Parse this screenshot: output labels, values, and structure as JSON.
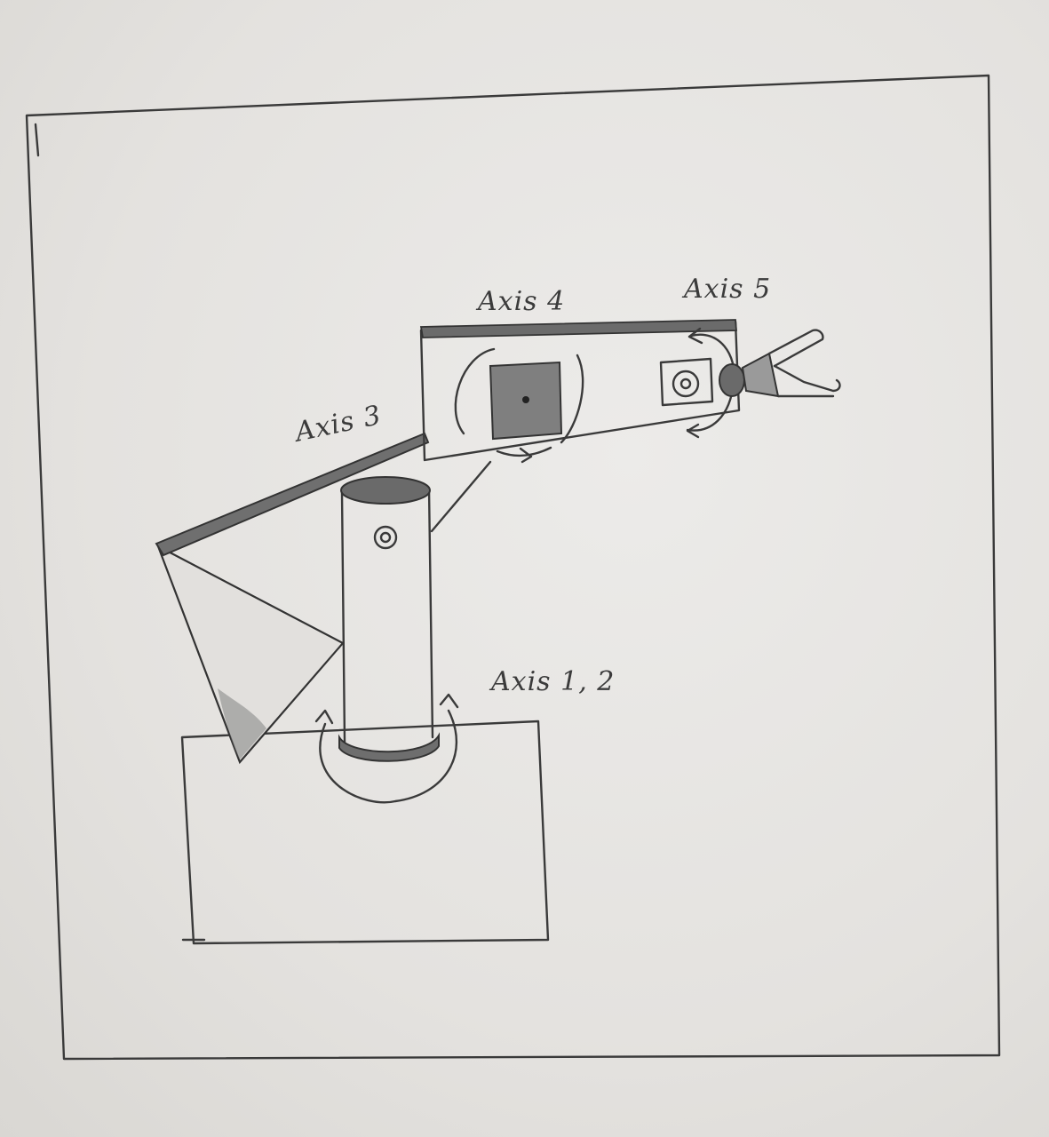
{
  "labels": {
    "axis4": "Axis 4",
    "axis5": "Axis 5",
    "axis3": "Axis 3",
    "axis12": "Axis 1, 2"
  },
  "colors": {
    "paper": "#e6e4e1",
    "pencil": "#3a3a3a",
    "shading": "#777777"
  }
}
